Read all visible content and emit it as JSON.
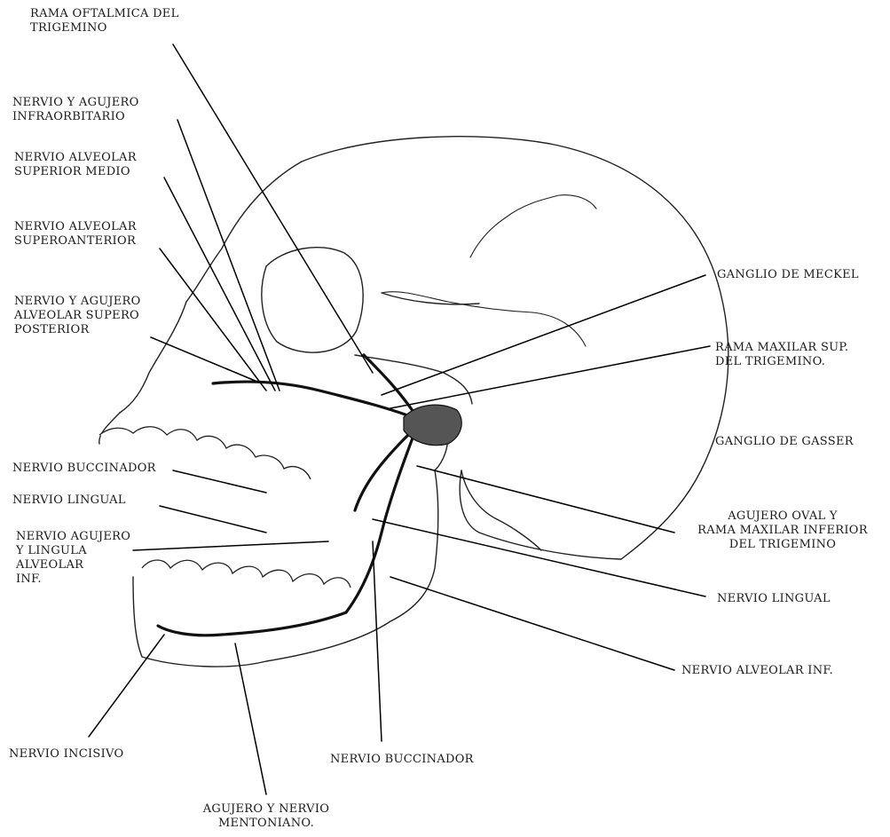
{
  "labels": {
    "oftalmica": "RAMA OFTALMICA DEL\nTRIGEMINO",
    "infraorbitario": "NERVIO Y AGUJERO\nINFRAORBITARIO",
    "alv_sup_medio": "NERVIO ALVEOLAR\nSUPERIOR MEDIO",
    "superoanterior": "NERVIO ALVEOLAR\nSUPEROANTERIOR",
    "supero_posterior": "NERVIO Y AGUJERO\nALVEOLAR SUPERO\nPOSTERIOR",
    "buccinador_left": "NERVIO BUCCINADOR",
    "lingual_left": "NERVIO LINGUAL",
    "agujero_lingula": "NERVIO AGUJERO\nY LINGULA\nALVEOLAR\nINF.",
    "incisivo": "NERVIO INCISIVO",
    "mentoniano": "AGUJERO Y NERVIO\nMENTONIANO.",
    "buccinador_bottom": "NERVIO BUCCINADOR",
    "ganglio_meckel": "GANGLIO DE MECKEL",
    "maxilar_sup": "RAMA MAXILAR SUP.\nDEL TRIGEMINO.",
    "ganglio_gasser": "GANGLIO DE GASSER",
    "agujero_oval": "AGUJERO OVAL Y\nRAMA MAXILAR INFERIOR\nDEL TRIGEMINO",
    "lingual_right": "NERVIO LINGUAL",
    "alveolar_inf": "NERVIO ALVEOLAR INF."
  }
}
